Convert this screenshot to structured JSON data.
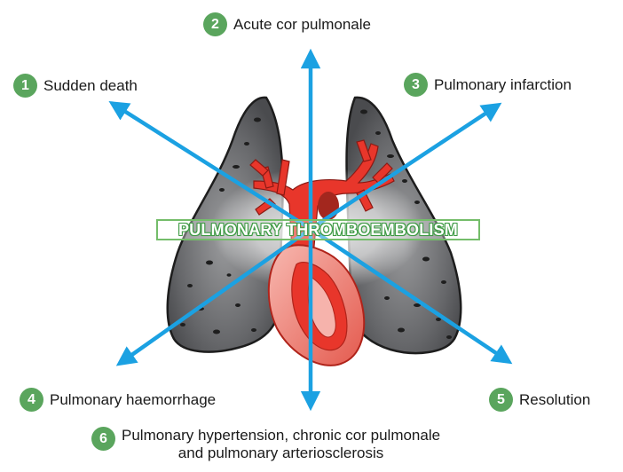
{
  "center_title": "PULMONARY THROMBOEMBOLISM",
  "outcomes": [
    {
      "number": "1",
      "label": "Sudden death"
    },
    {
      "number": "2",
      "label": "Acute cor pulmonale"
    },
    {
      "number": "3",
      "label": "Pulmonary infarction"
    },
    {
      "number": "4",
      "label": "Pulmonary haemorrhage"
    },
    {
      "number": "5",
      "label": "Resolution"
    },
    {
      "number": "6",
      "label": "Pulmonary hypertension, chronic cor pulmonale\nand pulmonary arteriosclerosis"
    }
  ],
  "colors": {
    "badge": "#5aa55d",
    "arrow": "#1ba1e2",
    "lung_fill": "#5f6062",
    "vessel_red": "#e8362b",
    "heart_pink": "#f2a0a0"
  },
  "icons": {
    "lungs": "lungs-illustration",
    "heart": "heart-illustration",
    "arrows": "arrow-icon"
  }
}
